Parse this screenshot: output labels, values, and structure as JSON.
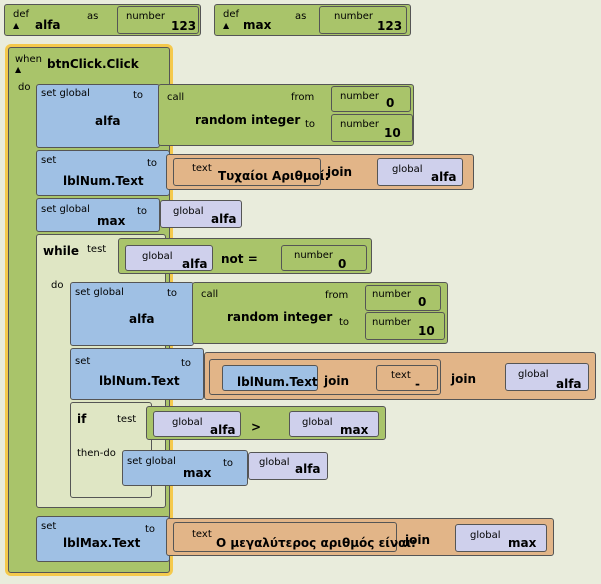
{
  "labels": {
    "def": "def",
    "as": "as",
    "number": "number",
    "when": "when",
    "do": "do",
    "set_global": "set global",
    "set": "set",
    "to": "to",
    "call": "call",
    "from": "from",
    "random_integer": "random integer",
    "text": "text",
    "join": "join",
    "global": "global",
    "while": "while",
    "test": "test",
    "not_eq": "not =",
    "if": "if",
    "then_do": "then-do",
    "gt": ">",
    "collapse": "▲"
  },
  "defs": [
    {
      "name": "alfa",
      "value": "123"
    },
    {
      "name": "max",
      "value": "123"
    }
  ],
  "event": {
    "name": "btnClick.Click"
  },
  "random1": {
    "from": "0",
    "to": "10"
  },
  "random2": {
    "from": "0",
    "to": "10"
  },
  "set1": {
    "target": "alfa"
  },
  "set2": {
    "target": "lblNum.Text",
    "text": "Τυχαίοι Αριθμοί:",
    "global": "alfa"
  },
  "set3": {
    "target": "max",
    "global": "alfa"
  },
  "while": {
    "global": "alfa",
    "number": "0"
  },
  "set4": {
    "target": "alfa"
  },
  "set5": {
    "target": "lblNum.Text",
    "component": "lblNum.Text",
    "text": "-",
    "global": "alfa"
  },
  "if": {
    "left": "alfa",
    "right": "max"
  },
  "set6": {
    "target": "max",
    "global": "alfa"
  },
  "set7": {
    "target": "lblMax.Text",
    "text": "Ο μεγαλύτερος αριθμός είναι:",
    "global": "max"
  }
}
